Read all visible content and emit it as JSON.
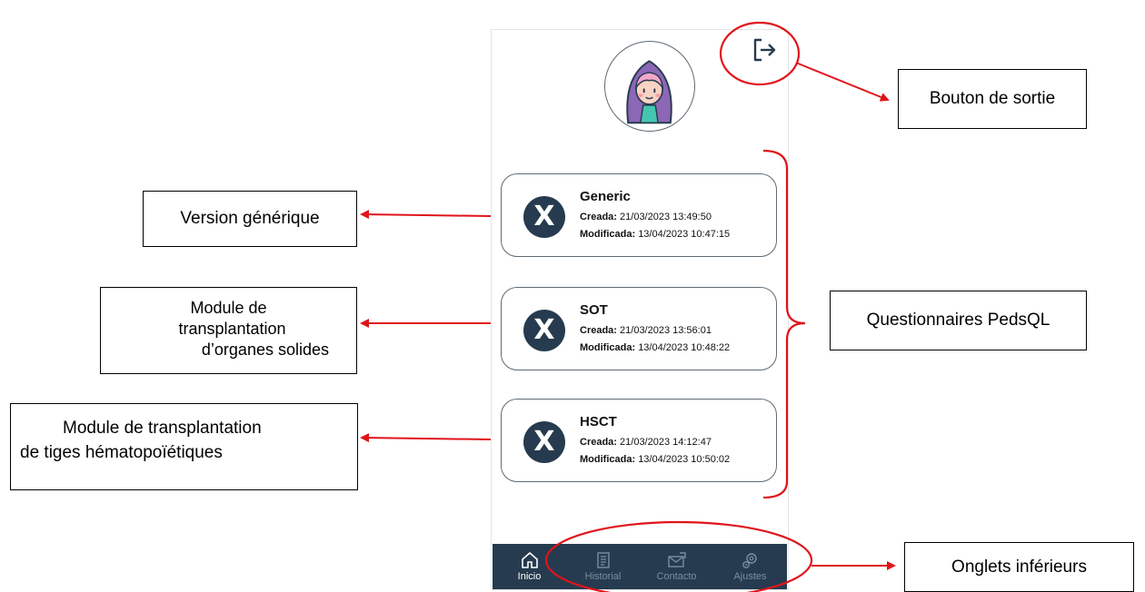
{
  "annotations": {
    "exit_button": "Bouton de sortie",
    "generic_version": "Version générique",
    "sot_line1": "Module de",
    "sot_line2": "transplantation",
    "sot_line3": "d’organes solides",
    "hsct_line1": "Module de transplantation",
    "hsct_line2": "de tiges hématopoïétiques",
    "questionnaires": "Questionnaires PedsQL",
    "bottom_tabs": "Onglets inférieurs"
  },
  "cards": [
    {
      "title": "Generic",
      "created_label": "Creada:",
      "created": "21/03/2023 13:49:50",
      "modified_label": "Modificada:",
      "modified": "13/04/2023 10:47:15"
    },
    {
      "title": "SOT",
      "created_label": "Creada:",
      "created": "21/03/2023 13:56:01",
      "modified_label": "Modificada:",
      "modified": "13/04/2023 10:48:22"
    },
    {
      "title": "HSCT",
      "created_label": "Creada:",
      "created": "21/03/2023 14:12:47",
      "modified_label": "Modificada:",
      "modified": "13/04/2023 10:50:02"
    }
  ],
  "badge_letter": "X",
  "tabs": [
    {
      "label": "Inicio",
      "icon": "home-icon",
      "active": true
    },
    {
      "label": "Historial",
      "icon": "history-icon",
      "active": false
    },
    {
      "label": "Contacto",
      "icon": "mail-icon",
      "active": false
    },
    {
      "label": "Ajustes",
      "icon": "gear-icon",
      "active": false
    }
  ],
  "colors": {
    "navy": "#263b4f",
    "annotation_red": "#e0141b",
    "inactive_tab": "#7a8ea1"
  }
}
